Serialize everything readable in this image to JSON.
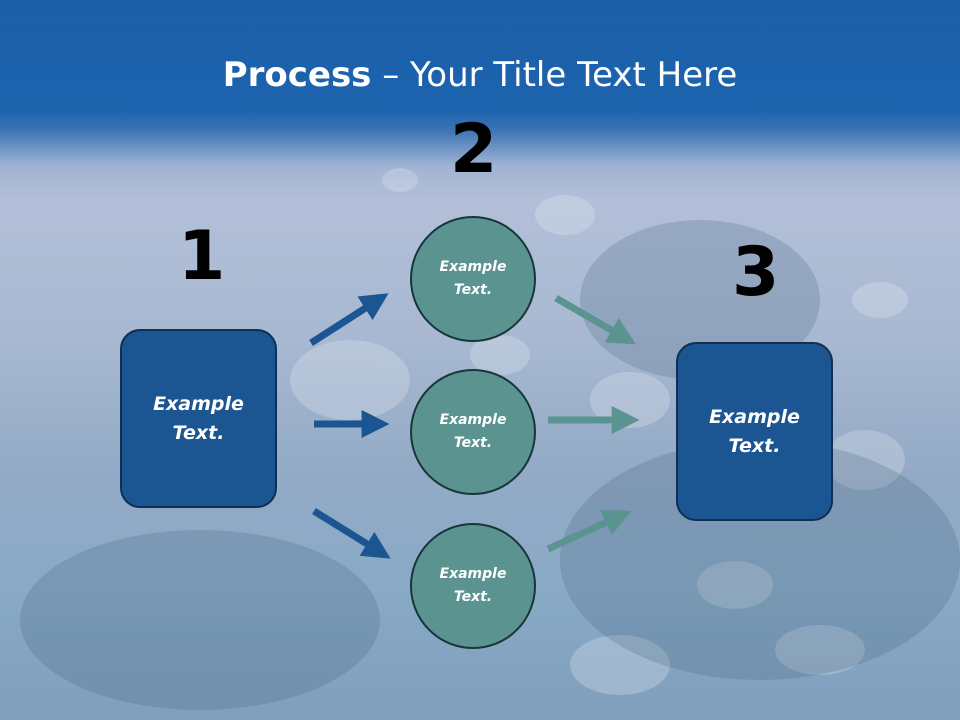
{
  "title": {
    "bold": "Process",
    "rest": " – Your Title Text Here"
  },
  "steps": [
    {
      "number": "1"
    },
    {
      "number": "2"
    },
    {
      "number": "3"
    }
  ],
  "left_box": {
    "text": "Example\nText."
  },
  "circles": [
    {
      "text": "Example\nText."
    },
    {
      "text": "Example\nText."
    },
    {
      "text": "Example\nText."
    }
  ],
  "right_box": {
    "text": "Example\nText."
  },
  "colors": {
    "header": "#1d5ea8",
    "box": "#1b5592",
    "circle": "#5b9391",
    "arrow_in": "#1b5592",
    "arrow_out": "#5b9391"
  }
}
